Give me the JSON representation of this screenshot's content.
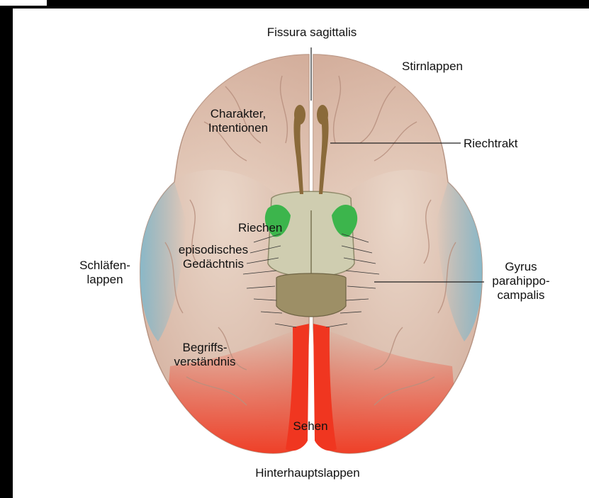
{
  "labels": {
    "fissura": "Fissura sagittalis",
    "stirnlappen": "Stirnlappen",
    "charakter_1": "Charakter,",
    "charakter_2": "Intentionen",
    "riechtrakt": "Riechtrakt",
    "riechen": "Riechen",
    "episodisch_1": "episodisches",
    "episodisch_2": "Gedächtnis",
    "schlaefen_1": "Schläfen-",
    "schlaefen_2": "lappen",
    "gyrus_1": "Gyrus",
    "gyrus_2": "parahippo-",
    "gyrus_3": "campalis",
    "begriffs_1": "Begriffs-",
    "begriffs_2": "verständnis",
    "sehen": "Sehen",
    "hinterhaupt": "Hinterhauptslappen"
  },
  "colors": {
    "brain_base": "#e3c9b9",
    "frontal_shade": "#d8b5a6",
    "temporal_blue": "#8fbccb",
    "occipital_red": "#f2412a",
    "olfactory_green": "#36b54a",
    "brainstem": "#c9c7a8",
    "cerebellum": "#9a8c63",
    "olfactory_tract": "#8a6a3a"
  }
}
